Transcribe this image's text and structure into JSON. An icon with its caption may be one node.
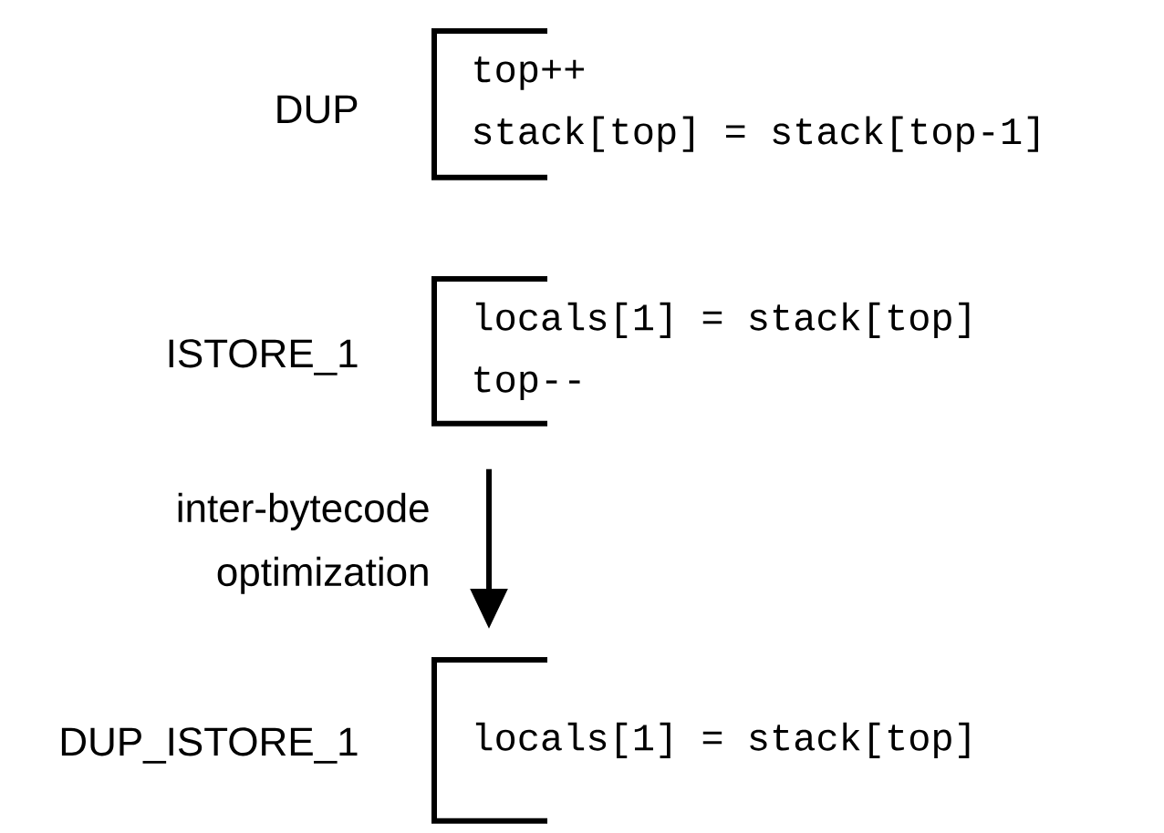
{
  "diagram": {
    "nodes": [
      {
        "text": [
          "DUP",
          "top++",
          "stack[top] = stack[top-1]"
        ]
      },
      {
        "text": [
          "ISTORE_1",
          "locals[1] = stack[top]",
          "top--"
        ]
      },
      {
        "text": [
          "DUP_ISTORE_1",
          "locals[1] = stack[top]"
        ]
      }
    ],
    "edges": [
      {
        "from": 1,
        "to": 2,
        "arrow": "to",
        "label": "inter-bytecode optimization"
      }
    ]
  }
}
